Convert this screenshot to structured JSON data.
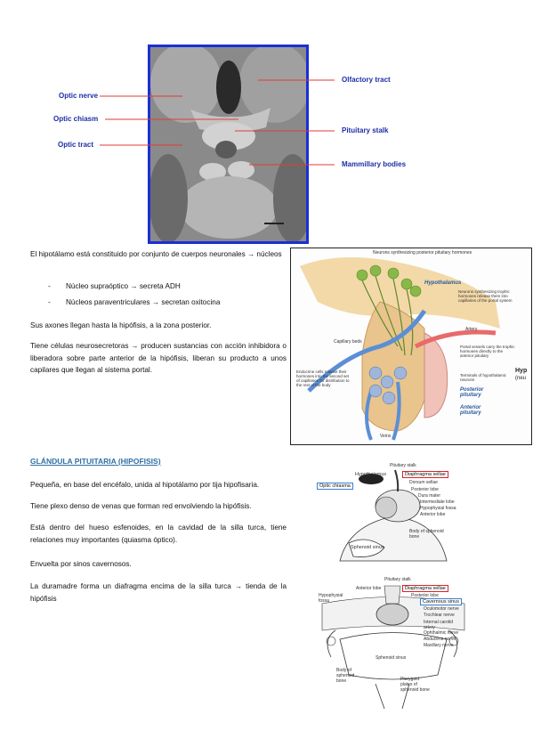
{
  "figure1": {
    "labels": {
      "optic_nerve": "Optic nerve",
      "optic_chiasm": "Optic chiasm",
      "optic_tract": "Optic tract",
      "olfactory_tract": "Olfactory tract",
      "pituitary_stalk": "Pituitary stalk",
      "mammillary_bodies": "Mammillary bodies"
    },
    "colors": {
      "border": "#1a2fd6",
      "label": "#1e2ea6",
      "line": "#e23a3a"
    }
  },
  "text": {
    "p1": "El hipotálamo está constituido por conjunto de cuerpos neuronales → núcleos",
    "li1": "Núcleo supraóptico → secreta ADH",
    "li2": "Núcleos paraventriculares → secretan oxitocina",
    "p2": "Sus axones llegan hasta la hipófisis, a la zona posterior.",
    "p3": "Tiene células neurosecretoras → producen sustancias con acción inhibidora o liberadora sobre parte anterior de la hipófisis, liberan su producto a unos capilares que llegan al sistema portal.",
    "section_title": "GLÁNDULA PITUITARIA (HIPOFISIS)",
    "p4": "Pequeña, en base del encéfalo, unida al hipotálamo por tija hipofisaria.",
    "p5": "Tiene plexo denso de venas que forman red envolviendo la hipófisis.",
    "p6": "Está dentro del hueso esfenoides, en la cavidad de la silla turca, tiene relaciones muy importantes (quiasma óptico).",
    "p7": "Envuelta por sinos cavernosos.",
    "p8": "La duramadre forma un diafragma encima de la silla turca → tienda de la hipófisis"
  },
  "figure2": {
    "labels": {
      "neurons": "Neurons synthesizing posterior pituitary hormones",
      "hypothalamus": "Hypothalamus",
      "neurons2": "Neurons synthesizing trophic hormones release them into capillaries of the portal system",
      "artery": "Artery",
      "capillary_beds": "Capillary beds",
      "portal_vessels": "Portal vessels carry the trophic hormones directly to the anterior pituitary",
      "endocrine_cells": "Endocrine cells release their hormones into the second set of capillaries for distribution to the rest of the body",
      "terminals": "Terminals of hypothalamic neurons",
      "posterior": "Posterior pituitary",
      "anterior": "Anterior pituitary",
      "veins": "Veins",
      "edge1": "Hyp",
      "edge2": "(neu"
    }
  },
  "figure3": {
    "labels": {
      "pituitary_stalk": "Pituitary stalk",
      "hypothalamus": "Hypothalamus",
      "diaphragma": "Diaphragma sellae",
      "dorsum": "Dorsum sellae",
      "optic_chiasma": "Optic chiasma",
      "posterior_lobe": "Posterior lobe",
      "dura_mater": "Dura mater",
      "intermediate_lobe": "Intermediate lobe",
      "hypophysial_fossa": "Hypophysial fossa",
      "anterior_lobe": "Anterior lobe",
      "body_sphenoid": "Body of sphenoid bone",
      "sphenoid_sinus": "Sphenoid sinus"
    },
    "colors": {
      "red": "#d9232a",
      "blue": "#3a7fd0"
    }
  },
  "figure4": {
    "labels": {
      "pituitary_stalk": "Pituitary stalk",
      "anterior_lobe": "Anterior lobe",
      "diaphragma": "Diaphragma sellae",
      "hypophysial_fossa": "Hypophysial fossa",
      "posterior_lobe": "Posterior lobe",
      "cavernous_sinus": "Cavernous sinus",
      "oculomotor": "Oculomotor nerve",
      "trochlear": "Trochlear nerve",
      "internal_carotid": "Internal carotid artery",
      "ophthalmic": "Ophthalmic nerve",
      "abducens": "Abducens nerve",
      "maxillary": "Maxillary nerve",
      "sphenoid_sinus": "Sphenoid sinus",
      "body_sphenoid": "Body of sphenoid bone",
      "pterygoid": "Pterygoid plates of sphenoid bone"
    }
  }
}
